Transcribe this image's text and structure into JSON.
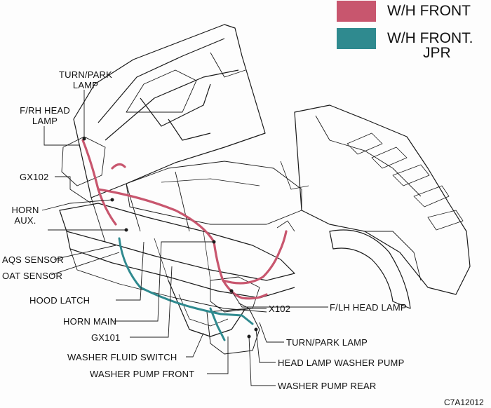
{
  "legend": {
    "front": {
      "label": "W/H FRONT",
      "color": "#c8566e"
    },
    "front_jpr": {
      "label_line1": "W/H FRONT.",
      "label_line2": "JPR",
      "color": "#2f8a8f"
    }
  },
  "labels": {
    "turn_park_lamp_top": [
      "TURN/PARK",
      "LAMP"
    ],
    "frh_head_lamp": [
      "F/RH HEAD",
      "LAMP"
    ],
    "gx102": "GX102",
    "horn_aux": [
      "HORN",
      "AUX."
    ],
    "aqs_sensor": "AQS SENSOR",
    "oat_sensor": "OAT SENSOR",
    "hood_latch": "HOOD LATCH",
    "horn_main": "HORN MAIN",
    "gx101": "GX101",
    "washer_fluid_switch": "WASHER FLUID SWITCH",
    "washer_pump_front": "WASHER PUMP FRONT",
    "washer_pump_rear": "WASHER PUMP REAR",
    "head_lamp_washer_pump": "HEAD LAMP WASHER PUMP",
    "turn_park_lamp_right": "TURN/PARK LAMP",
    "flh_head_lamp": "F/LH HEAD LAMP",
    "x102": "X102"
  },
  "figure_code": "C7A12012"
}
